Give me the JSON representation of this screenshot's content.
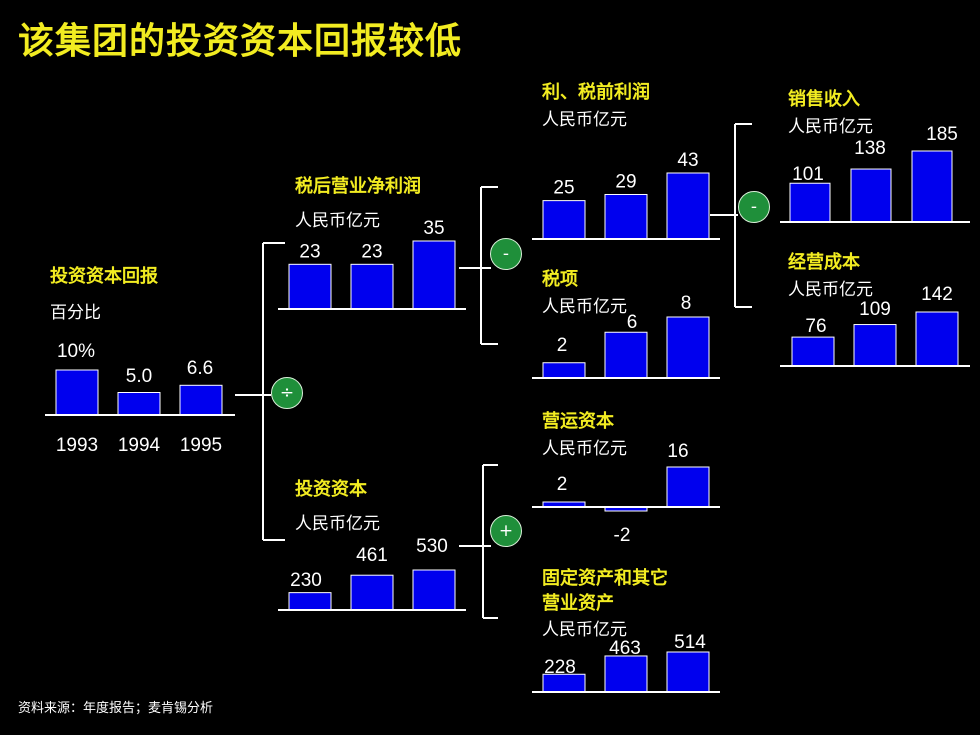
{
  "title": "该集团的投资资本回报较低",
  "source": "资料来源：年度报告；麦肯锡分析",
  "colors": {
    "bar": "#0000ee",
    "title": "#f2ec21",
    "operator": "#1f8f3a"
  },
  "operators": {
    "divide": "÷",
    "minus_top": "-",
    "minus_right": "-",
    "plus": "+"
  },
  "chart_data": [
    {
      "id": "roic",
      "type": "bar",
      "title": "投资资本回报",
      "unit": "百分比",
      "categories": [
        "1993",
        "1994",
        "1995"
      ],
      "values": [
        10,
        5.0,
        6.6
      ],
      "value_labels": [
        "10%",
        "5.0",
        "6.6"
      ]
    },
    {
      "id": "nopat",
      "type": "bar",
      "title": "税后营业净利润",
      "unit": "人民币亿元",
      "categories": [
        "1993",
        "1994",
        "1995"
      ],
      "values": [
        23,
        23,
        35
      ],
      "value_labels": [
        "23",
        "23",
        "35"
      ]
    },
    {
      "id": "invested_capital",
      "type": "bar",
      "title": "投资资本",
      "unit": "人民币亿元",
      "categories": [
        "1993",
        "1994",
        "1995"
      ],
      "values": [
        230,
        461,
        530
      ],
      "value_labels": [
        "230",
        "461",
        "530"
      ]
    },
    {
      "id": "ebit",
      "type": "bar",
      "title": "利、税前利润",
      "unit": "人民币亿元",
      "categories": [
        "1993",
        "1994",
        "1995"
      ],
      "values": [
        25,
        29,
        43
      ],
      "value_labels": [
        "25",
        "29",
        "43"
      ]
    },
    {
      "id": "tax",
      "type": "bar",
      "title": "税项",
      "unit": "人民币亿元",
      "categories": [
        "1993",
        "1994",
        "1995"
      ],
      "values": [
        2,
        6,
        8
      ],
      "value_labels": [
        "2",
        "6",
        "8"
      ]
    },
    {
      "id": "working_capital",
      "type": "bar",
      "title": "营运资本",
      "unit": "人民币亿元",
      "categories": [
        "1993",
        "1994",
        "1995"
      ],
      "values": [
        2,
        -2,
        16
      ],
      "value_labels": [
        "2",
        "-2",
        "16"
      ]
    },
    {
      "id": "fixed_assets",
      "type": "bar",
      "title": "固定资产和其它营业资产",
      "unit": "人民币亿元",
      "categories": [
        "1993",
        "1994",
        "1995"
      ],
      "values": [
        228,
        463,
        514
      ],
      "value_labels": [
        "228",
        "463",
        "514"
      ]
    },
    {
      "id": "sales",
      "type": "bar",
      "title": "销售收入",
      "unit": "人民币亿元",
      "categories": [
        "1993",
        "1994",
        "1995"
      ],
      "values": [
        101,
        138,
        185
      ],
      "value_labels": [
        "101",
        "138",
        "185"
      ]
    },
    {
      "id": "opex",
      "type": "bar",
      "title": "经营成本",
      "unit": "人民币亿元",
      "categories": [
        "1993",
        "1994",
        "1995"
      ],
      "values": [
        76,
        109,
        142
      ],
      "value_labels": [
        "76",
        "109",
        "142"
      ]
    }
  ],
  "labels": {
    "roic_title": "投资资本回报",
    "roic_unit": "百分比",
    "nopat_title": "税后营业净利润",
    "nopat_unit": "人民币亿元",
    "ic_title": "投资资本",
    "ic_unit": "人民币亿元",
    "ebit_title": "利、税前利润",
    "ebit_unit": "人民币亿元",
    "tax_title": "税项",
    "tax_unit": "人民币亿元",
    "wc_title": "营运资本",
    "wc_unit": "人民币亿元",
    "fa_title_1": "固定资产和其它",
    "fa_title_2": "营业资产",
    "fa_unit": "人民币亿元",
    "sales_title": "销售收入",
    "sales_unit": "人民币亿元",
    "opex_title": "经营成本",
    "opex_unit": "人民币亿元"
  }
}
